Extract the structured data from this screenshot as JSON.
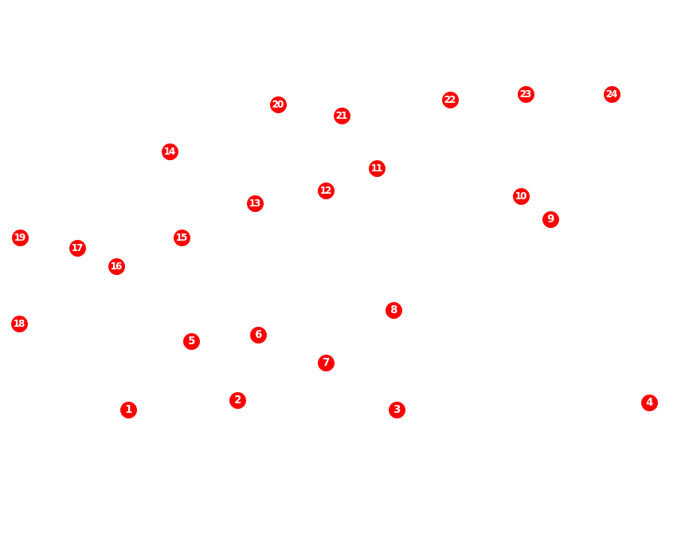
{
  "marker_color": "#ff0000",
  "marker_text_color": "#ffffff",
  "markers": [
    {
      "label": "1"
    },
    {
      "label": "2"
    },
    {
      "label": "3"
    },
    {
      "label": "4"
    },
    {
      "label": "5"
    },
    {
      "label": "6"
    },
    {
      "label": "7"
    },
    {
      "label": "8"
    },
    {
      "label": "9"
    },
    {
      "label": "10"
    },
    {
      "label": "11"
    },
    {
      "label": "12"
    },
    {
      "label": "13"
    },
    {
      "label": "14"
    },
    {
      "label": "15"
    },
    {
      "label": "16"
    },
    {
      "label": "17"
    },
    {
      "label": "18"
    },
    {
      "label": "19"
    },
    {
      "label": "20"
    },
    {
      "label": "21"
    },
    {
      "label": "22"
    },
    {
      "label": "23"
    },
    {
      "label": "24"
    }
  ]
}
